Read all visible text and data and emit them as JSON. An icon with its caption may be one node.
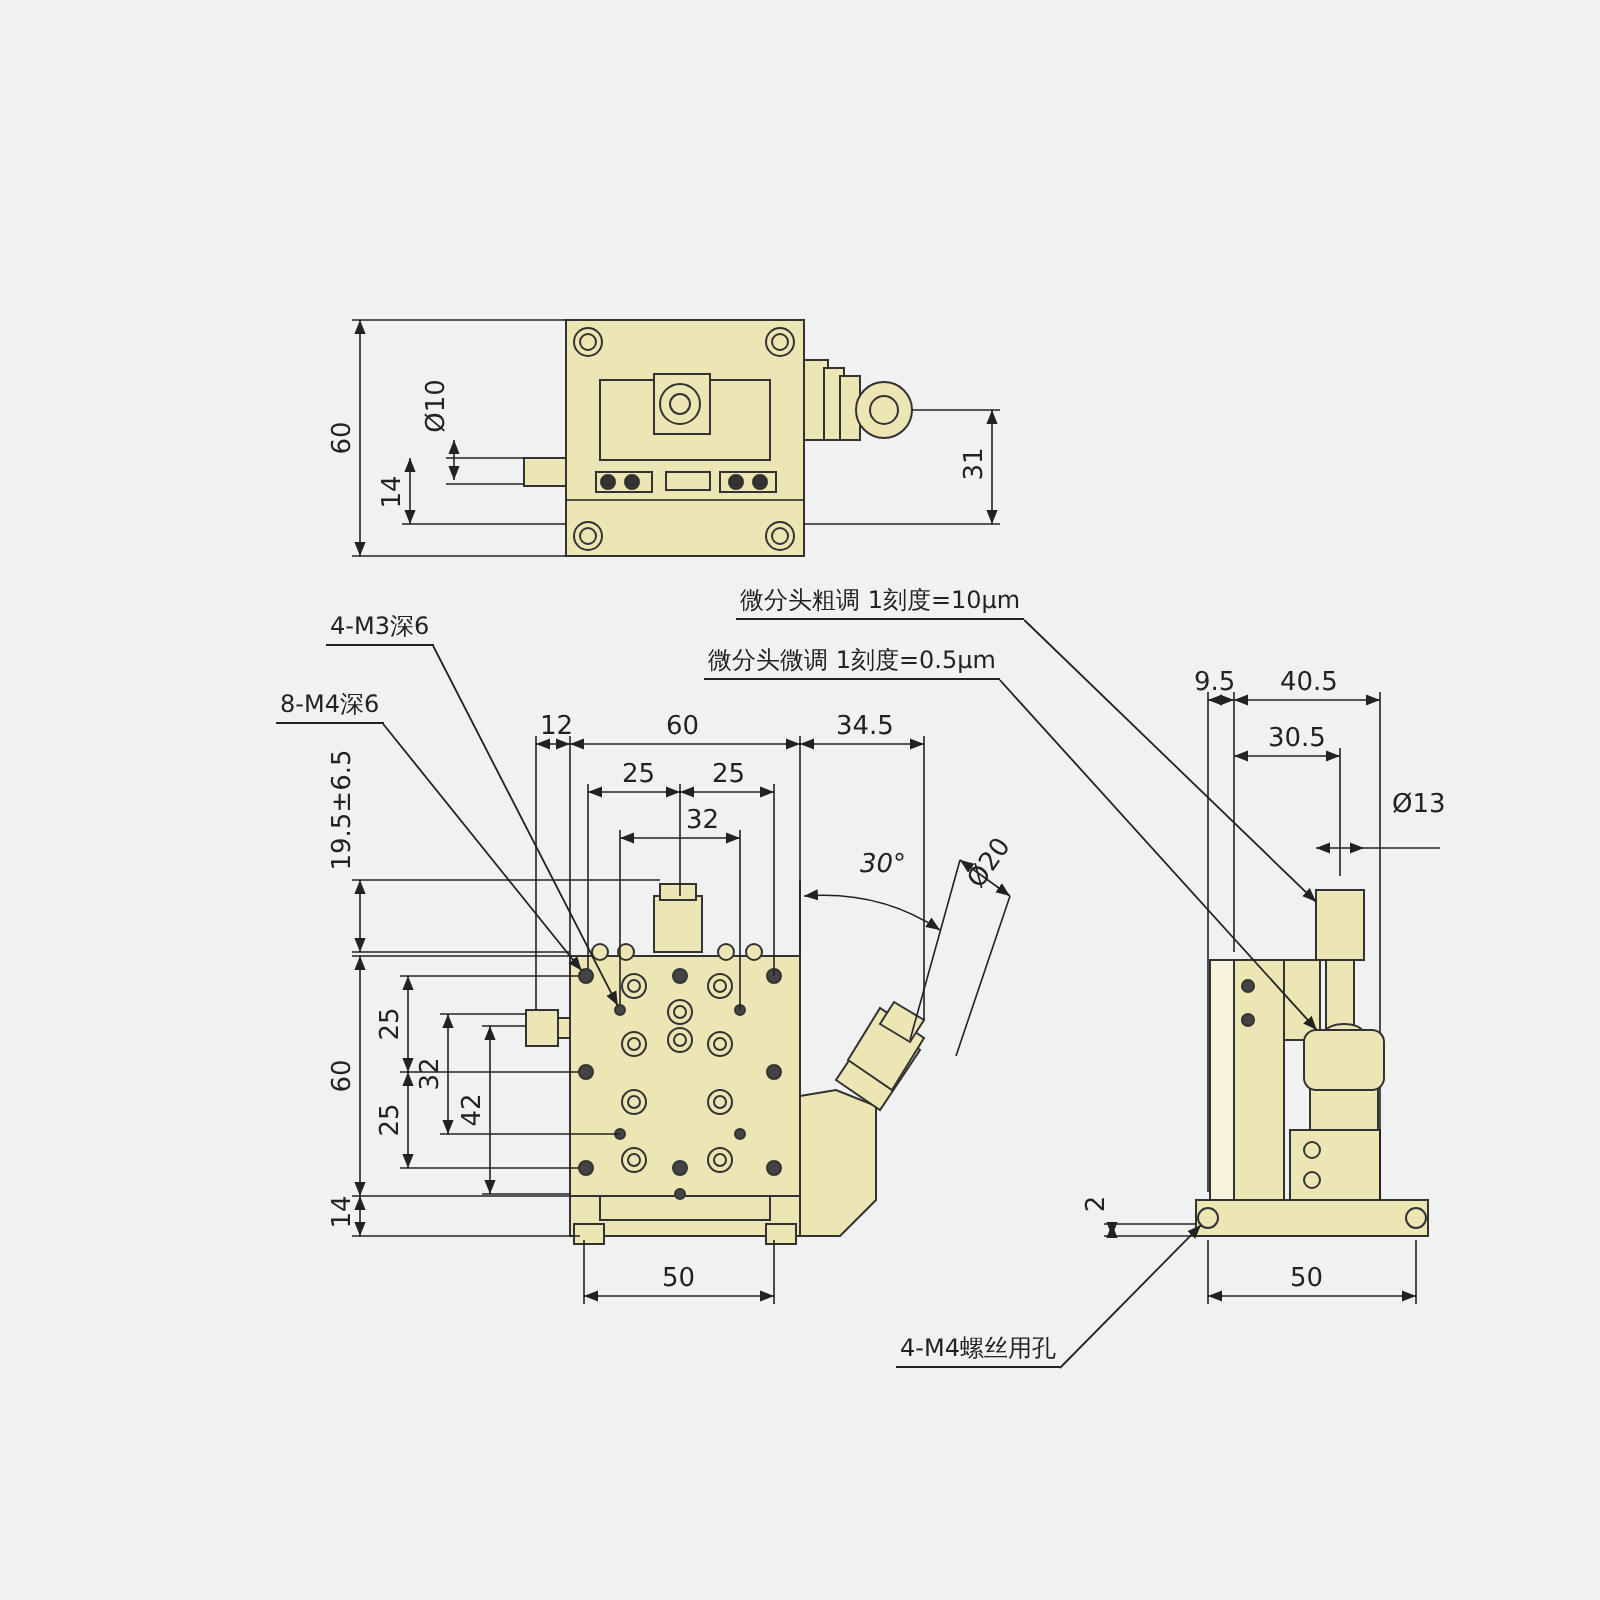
{
  "diagram": {
    "nodes": [
      {
        "text": [
          "4-M3深6"
        ]
      },
      {
        "text": [
          "8-M4深6"
        ]
      },
      {
        "text": [
          "微分头粗调 1刻度=10μm"
        ]
      },
      {
        "text": [
          "微分头微调 1刻度=0.5μm"
        ]
      },
      {
        "text": [
          "4-M4螺丝用孔"
        ]
      },
      {
        "text": [],
        "shape": "circle"
      },
      {
        "text": [],
        "shape": "circle"
      },
      {
        "text": [],
        "shape": "box"
      },
      {
        "text": [],
        "shape": "cylinder"
      },
      {
        "text": [],
        "shape": "circle"
      }
    ],
    "edges": [
      {
        "from": 0,
        "to": 5,
        "arrow": "to"
      },
      {
        "from": 1,
        "to": 6,
        "arrow": "to"
      },
      {
        "from": 2,
        "to": 7,
        "arrow": "to"
      },
      {
        "from": 3,
        "to": 8,
        "arrow": "to"
      },
      {
        "from": 4,
        "to": 9,
        "arrow": "to"
      }
    ],
    "labels": [
      "60",
      "Ø10",
      "14",
      "31",
      "12",
      "60",
      "34.5",
      "25",
      "25",
      "32",
      "19.5±6.5",
      "30°",
      "Ø20",
      "25",
      "60",
      "32",
      "25",
      "42",
      "14",
      "50",
      "9.5",
      "40.5",
      "30.5",
      "Ø13",
      "2",
      "50"
    ]
  }
}
